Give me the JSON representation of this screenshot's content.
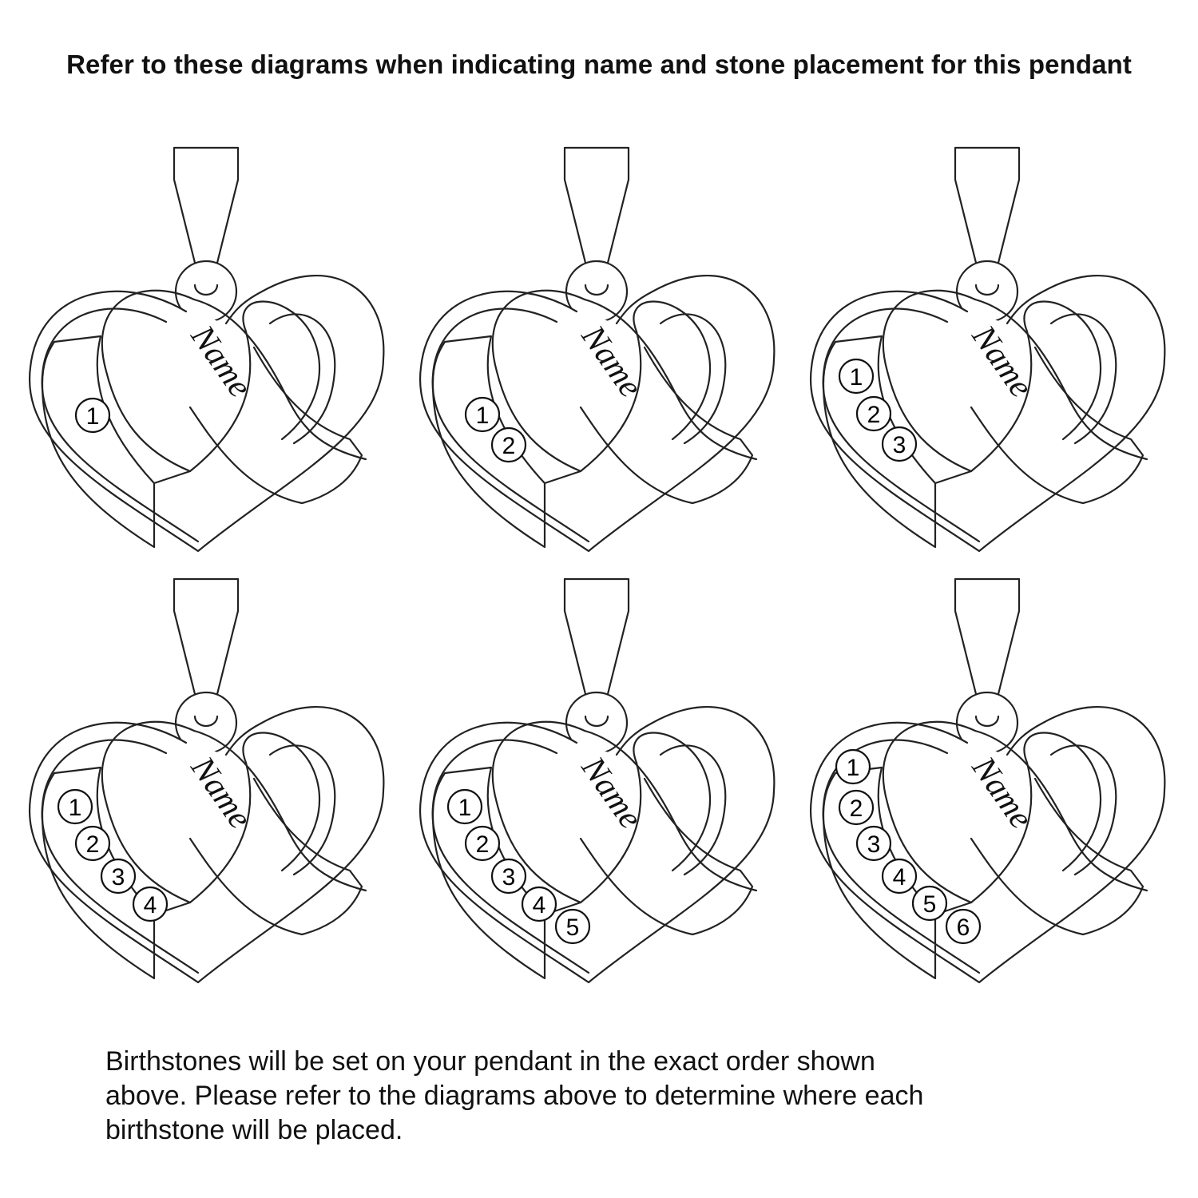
{
  "title": "Refer to these diagrams when indicating name and stone placement for this pendant",
  "pendants": [
    {
      "engraving": "Name",
      "stones": [
        "1"
      ]
    },
    {
      "engraving": "Name",
      "stones": [
        "1",
        "2"
      ]
    },
    {
      "engraving": "Name",
      "stones": [
        "1",
        "2",
        "3"
      ]
    },
    {
      "engraving": "Name",
      "stones": [
        "1",
        "2",
        "3",
        "4"
      ]
    },
    {
      "engraving": "Name",
      "stones": [
        "1",
        "2",
        "3",
        "4",
        "5"
      ]
    },
    {
      "engraving": "Name",
      "stones": [
        "1",
        "2",
        "3",
        "4",
        "5",
        "6"
      ]
    }
  ],
  "caption": [
    "Birthstones will be set on your pendant in the exact order shown",
    "above. Please refer to the diagrams above to determine where each",
    "birthstone will be placed."
  ],
  "colors": {
    "line": "#222222",
    "background": "#ffffff"
  }
}
